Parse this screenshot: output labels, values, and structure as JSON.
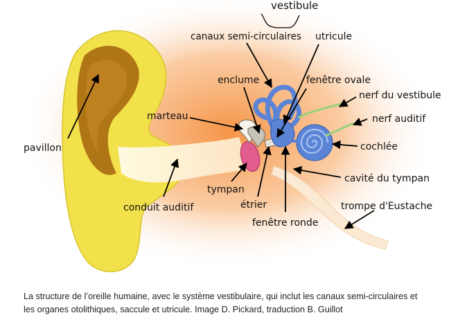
{
  "labels": {
    "vestibule": "vestibule",
    "canaux": "canaux semi-circulaires",
    "utricule": "utricule",
    "enclume": "enclume",
    "fenetre_ovale": "fenêtre ovale",
    "nerf_vestibule": "nerf du vestibule",
    "nerf_auditif": "nerf auditif",
    "marteau": "marteau",
    "cochlee": "cochlée",
    "pavillon": "pavillon",
    "cavite": "cavité du tympan",
    "tympan": "tympan",
    "trompe": "trompe d'Eustache",
    "etrier": "étrier",
    "conduit": "conduit auditif",
    "fenetre_ronde": "fenêtre ronde"
  },
  "caption": {
    "line1": "La structure de l’oreille humaine, avec le système vestibulaire, qui inclut les canaux semi-circulaires et",
    "line2": "les organes otolithiques, saccule et utricule. Image D. Pickard, traduction B. Guillot"
  },
  "colors": {
    "pinna": "#f2e14a",
    "pinna_dark": "#a4630c",
    "glow": "#f7a25a",
    "inner_ear": "#5b84d6",
    "eardrum": "#e25c8d",
    "nerve": "#9ad07a",
    "arrow": "#000000"
  }
}
